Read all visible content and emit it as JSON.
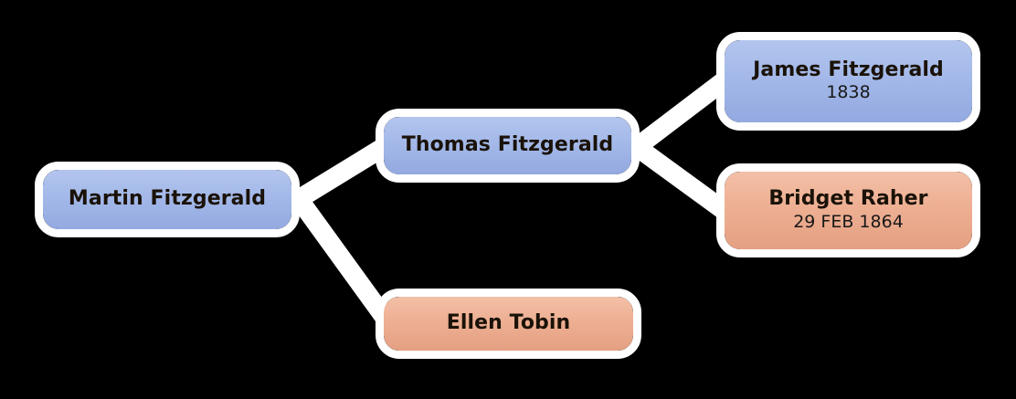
{
  "diagram": {
    "type": "family-tree",
    "background_color": "#000000",
    "connector_color": "#ffffff",
    "male_color": "#a6bbea",
    "female_color": "#eeb094",
    "nodes": [
      {
        "id": "martin",
        "name": "Martin Fitzgerald",
        "date": "",
        "gender": "male",
        "generation": 1
      },
      {
        "id": "thomas",
        "name": "Thomas Fitzgerald",
        "date": "",
        "gender": "male",
        "generation": 2
      },
      {
        "id": "ellen",
        "name": "Ellen Tobin",
        "date": "",
        "gender": "female",
        "generation": 2
      },
      {
        "id": "james",
        "name": "James Fitzgerald",
        "date": "1838",
        "gender": "male",
        "generation": 3
      },
      {
        "id": "bridget",
        "name": "Bridget Raher",
        "date": "29 FEB 1864",
        "gender": "female",
        "generation": 3
      }
    ],
    "edges": [
      {
        "from": "martin",
        "to": "thomas"
      },
      {
        "from": "martin",
        "to": "ellen"
      },
      {
        "from": "thomas",
        "to": "james"
      },
      {
        "from": "thomas",
        "to": "bridget"
      }
    ]
  }
}
